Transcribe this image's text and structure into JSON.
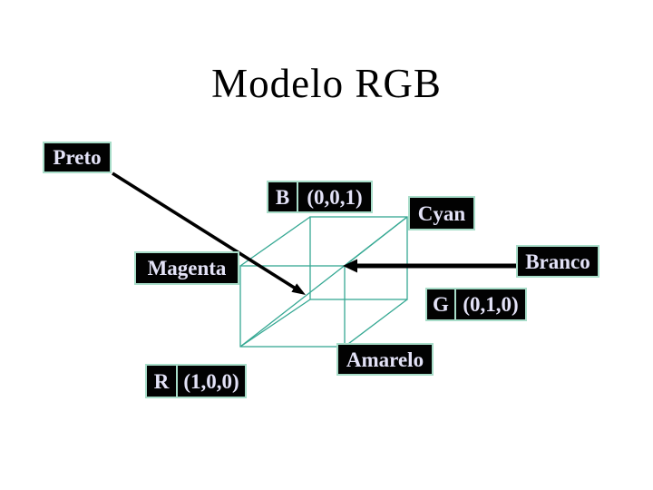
{
  "slide": {
    "title": "Modelo RGB",
    "labels": {
      "preto": "Preto",
      "cyan": "Cyan",
      "magenta": "Magenta",
      "branco": "Branco",
      "amarelo": "Amarelo",
      "b_axis": {
        "letter": "B",
        "coord": "(0,0,1)"
      },
      "g_axis": {
        "letter": "G",
        "coord": "(0,1,0)"
      },
      "r_axis": {
        "letter": "R",
        "coord": "(1,0,0)"
      }
    },
    "colors": {
      "background": "#ffffff",
      "title_text": "#000000",
      "label_background": "#020202",
      "label_border": "#a8ddc9",
      "label_text": "#e3e2f7",
      "cube_line": "#35a893",
      "arrow": "#000000"
    }
  }
}
